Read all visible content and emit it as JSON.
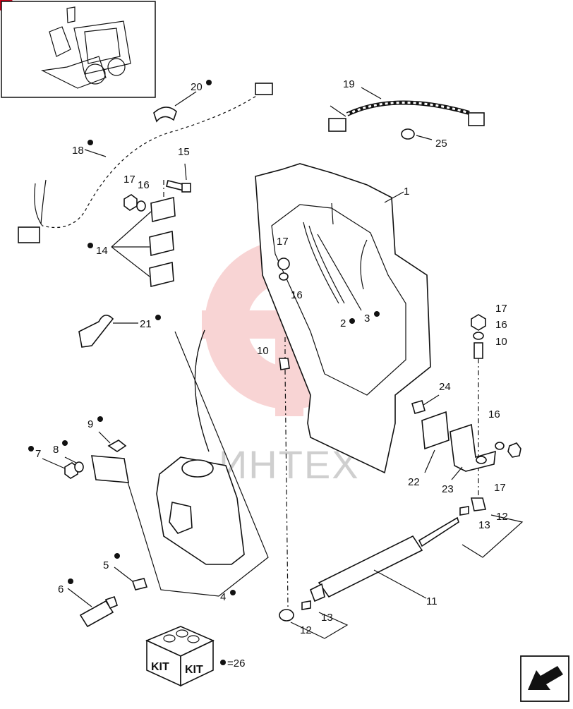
{
  "callouts": {
    "c1": "1",
    "c2": "2",
    "c3": "3",
    "c4": "4",
    "c5": "5",
    "c6": "6",
    "c7": "7",
    "c8": "8",
    "c9": "9",
    "c10a": "10",
    "c10b": "10",
    "c11": "11",
    "c12a": "12",
    "c12b": "12",
    "c13a": "13",
    "c13b": "13",
    "c14": "14",
    "c15": "15",
    "c16a": "16",
    "c16b": "16",
    "c16c": "16",
    "c16d": "16",
    "c17a": "17",
    "c17b": "17",
    "c17c": "17",
    "c17d": "17",
    "c18": "18",
    "c19": "19",
    "c20": "20",
    "c21": "21",
    "c22": "22",
    "c23": "23",
    "c24": "24",
    "c25": "25",
    "c26": "=26"
  },
  "kit": {
    "label_left": "KIT",
    "label_right": "KIT"
  },
  "watermark": {
    "text": "ИНТЕХ",
    "color": "#f2b8b8"
  },
  "colors": {
    "line": "#111111",
    "corner_badge": "#d0021b"
  },
  "icons": {
    "nav_arrow": "return-arrow-icon"
  }
}
